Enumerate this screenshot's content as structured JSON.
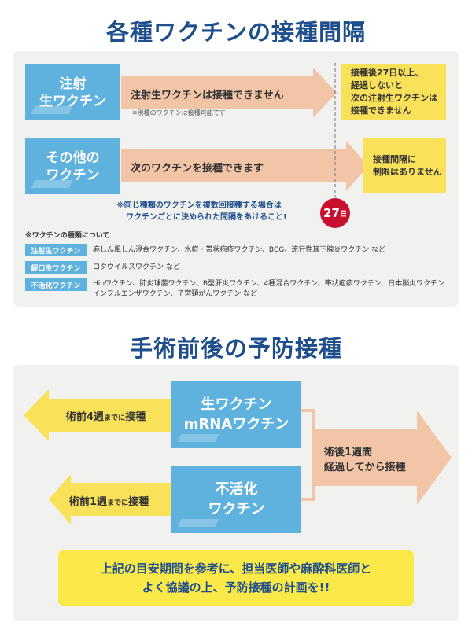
{
  "section1": {
    "title": "各種ワクチンの接種間隔",
    "live_box": [
      "注射",
      "生ワクチン"
    ],
    "live_arrow_label": "注射生ワクチンは接種できません",
    "live_arrow_sub": "※別種のワクチンは接種可能です",
    "live_result": [
      "接種後27日以上、",
      "経過しないと",
      "次の注射生ワクチンは",
      "接種できません"
    ],
    "other_box": [
      "その他の",
      "ワクチン"
    ],
    "other_arrow_label": "次のワクチンを接種できます",
    "other_result": [
      "接種間隔に",
      "制限はありません"
    ],
    "note": [
      "※同じ種類のワクチンを複数回接種する場合は",
      "ワクチンごとに決められた間隔をあけること!"
    ],
    "badge_num": "27",
    "badge_unit": "日",
    "types_heading": "※ワクチンの種類について",
    "types": [
      {
        "tag": "注射生ワクチン",
        "text": [
          "麻しん風しん混合ワクチン、水痘・帯状疱疹ワクチン、BCG、流行性耳下腺炎ワクチン など"
        ]
      },
      {
        "tag": "経口生ワクチン",
        "text": [
          "ロタウイルスワクチン など"
        ]
      },
      {
        "tag": "不活化ワクチン",
        "text": [
          "Hibワクチン、肺炎球菌ワクチン、B型肝炎ワクチン、4種混合ワクチン、帯状疱疹ワクチン、日本脳炎ワクチン",
          "インフルエンザワクチン、子宮頸がんワクチン など"
        ]
      }
    ]
  },
  "section2": {
    "title": "手術前後の予防接種",
    "live_box": [
      "生ワクチン",
      "mRNAワクチン"
    ],
    "inactive_box": [
      "不活化",
      "ワクチン"
    ],
    "pre4_a": "術前",
    "pre4_b": "4週",
    "pre4_c": "までに",
    "pre4_d": "接種",
    "pre1_a": "術前",
    "pre1_b": "1週",
    "pre1_c": "までに",
    "pre1_d": "接種",
    "post": [
      "術後1週間",
      "経過してから接種"
    ],
    "bottom_note": [
      "上記の目安期間を参考に、担当医師や麻酔科医師と",
      "よく協議の上、予防接種の計画を!!"
    ]
  },
  "colors": {
    "navy": "#1f4e8c",
    "blue": "#5eb2dd",
    "salmon": "#f2c5a7",
    "yellow": "#f9e15a",
    "red": "#c8102e",
    "panel": "#f1f1ef"
  }
}
